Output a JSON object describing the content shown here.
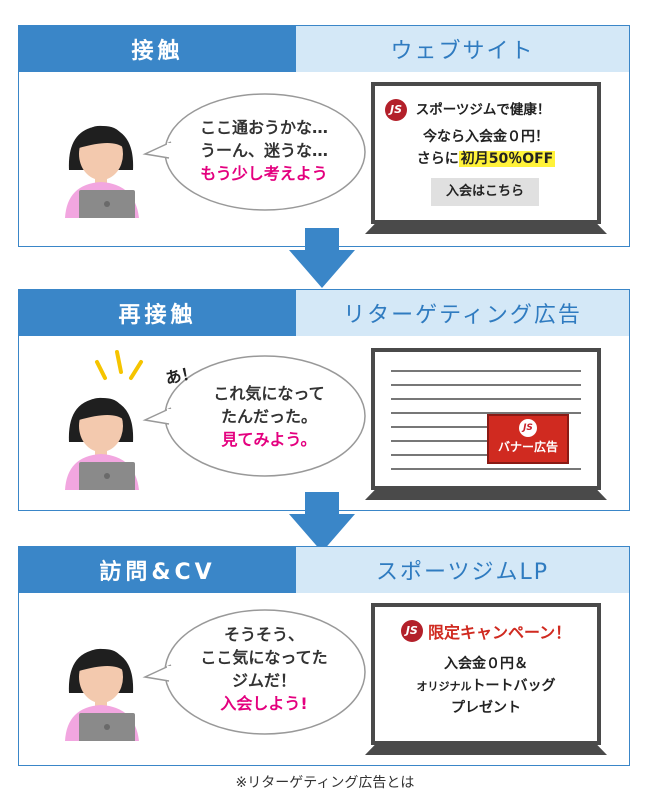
{
  "panels": [
    {
      "stage": "接触",
      "channel": "ウェブサイト",
      "speech": [
        "ここ通おうかな…",
        "うーん、迷うな…"
      ],
      "speech_emphasis": "もう少し考えよう",
      "screen": {
        "line1": "スポーツジムで健康！",
        "line2": "今なら入会金０円！",
        "line3_prefix": "さらに",
        "line3_highlight": "初月50％OFF",
        "button": "入会はこちら"
      }
    },
    {
      "stage": "再接触",
      "channel": "リターゲティング広告",
      "exclaim": "あ！",
      "speech": [
        "これ気になって",
        "たんだった。"
      ],
      "speech_emphasis": "見てみよう。",
      "screen": {
        "banner": "バナー広告"
      }
    },
    {
      "stage": "訪問&CV",
      "channel": "スポーツジムLP",
      "speech": [
        "そうそう、",
        "ここ気になってた",
        "ジムだ！"
      ],
      "speech_emphasis": "入会しよう!",
      "screen": {
        "headline": "限定キャンペーン！",
        "line1": "入会金０円＆",
        "line2_small": "オリジナル",
        "line2_big": "トートバッグ",
        "line3": "プレゼント"
      }
    }
  ],
  "logo_text": "JS",
  "footnote": "※リターゲティング広告とは",
  "colors": {
    "blue": "#3a86c8",
    "light_blue": "#d4e8f7",
    "pink": "#e4007f",
    "red": "#c8202a",
    "yellow": "#fff23a",
    "skin": "#f3c9ae",
    "shirt": "#f2a6e0"
  }
}
